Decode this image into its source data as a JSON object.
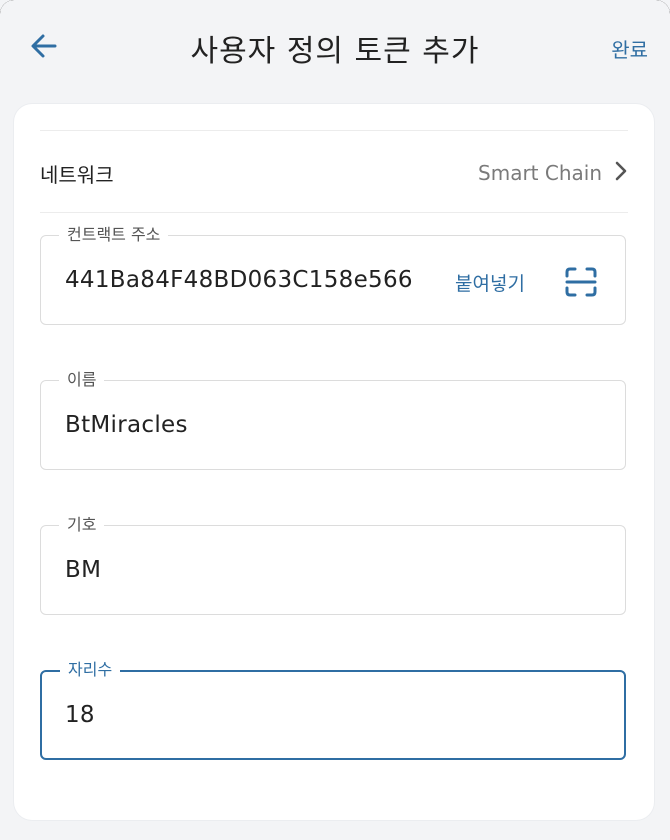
{
  "header": {
    "title": "사용자 정의 토큰 추가",
    "done_label": "완료"
  },
  "network": {
    "label": "네트워크",
    "value": "Smart Chain"
  },
  "fields": {
    "contract": {
      "label": "컨트랙트 주소",
      "value": "441Ba84F48BD063C158e566",
      "paste_label": "붙여넣기"
    },
    "name": {
      "label": "이름",
      "value": "BtMiracles"
    },
    "symbol": {
      "label": "기호",
      "value": "BM"
    },
    "decimals": {
      "label": "자리수",
      "value": "18"
    }
  },
  "colors": {
    "accent": "#2f6ea3",
    "background": "#f3f4f6",
    "card": "#ffffff",
    "text": "#222222",
    "muted": "#7a7a7a"
  },
  "icons": {
    "back": "arrow-left-icon",
    "chevron": "chevron-right-icon",
    "scan": "qr-scan-icon"
  }
}
